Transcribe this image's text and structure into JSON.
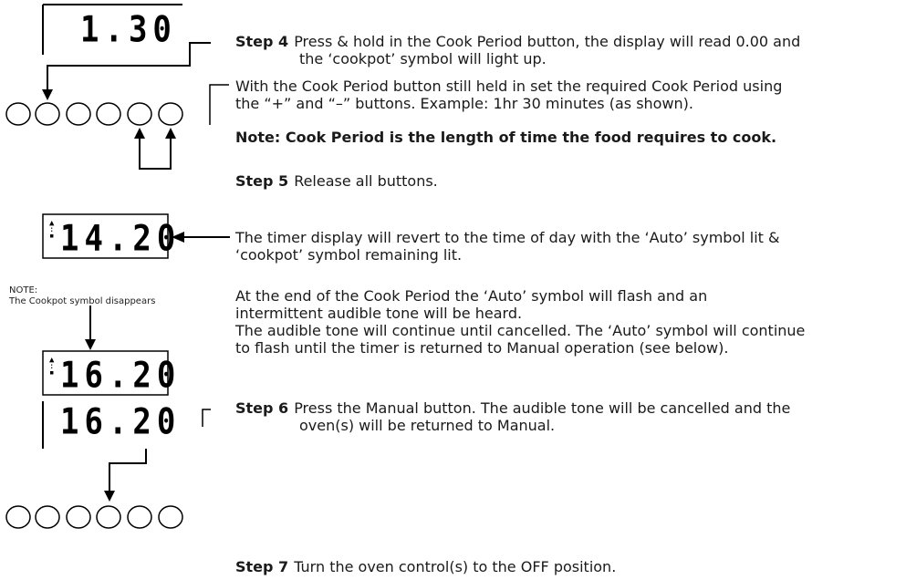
{
  "displays": {
    "d1": "1.30",
    "d2": "14.20",
    "d3": "16.20",
    "d4": "16.20"
  },
  "note_small": {
    "title": "NOTE:",
    "text": "The Cookpot symbol disappears"
  },
  "step4": {
    "label": "Step 4",
    "text_line1": "Press & hold in the Cook Period button, the display will read 0.00 and",
    "text_line2": "the ‘cookpot’ symbol will light up."
  },
  "para_cook_period": {
    "line1": "With the Cook Period button still held in set the required Cook Period using",
    "line2": "the “+” and “–” buttons. Example: 1hr 30 minutes (as shown)."
  },
  "note_bold": "Note: Cook Period is the length of time the food requires to cook.",
  "step5": {
    "label": "Step 5",
    "text": "Release all buttons."
  },
  "para_revert": {
    "line1": "The timer display will revert to the time of day with the ‘Auto’ symbol lit &",
    "line2": "‘cookpot’ symbol remaining lit."
  },
  "para_end": {
    "line1": "At the end of the Cook Period the ‘Auto’ symbol will flash and an",
    "line2": "intermittent audible tone will be heard.",
    "line3": "The audible tone will continue until cancelled. The ‘Auto’ symbol will continue",
    "line4": "to flash until the timer is returned to Manual operation (see below)."
  },
  "step6": {
    "label": "Step 6",
    "text_line1": "Press the Manual button. The audible tone will be cancelled and the",
    "text_line2": "oven(s) will be returned to Manual."
  },
  "step7": {
    "label": "Step 7",
    "text": "Turn the oven control(s) to the OFF position."
  }
}
